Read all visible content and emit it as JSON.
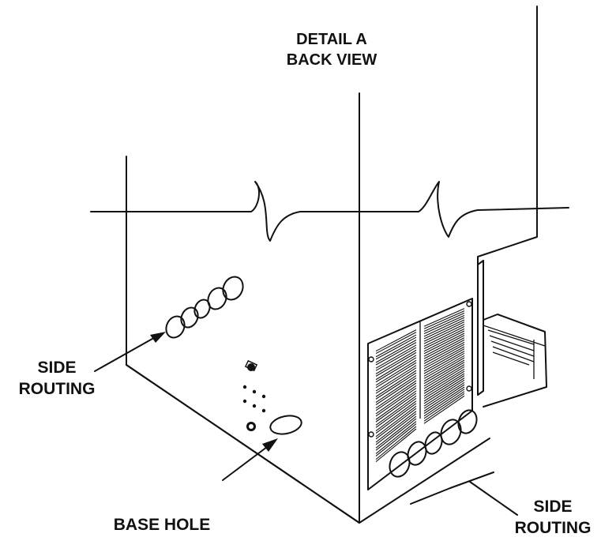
{
  "title": {
    "line1": "DETAIL A",
    "line2": "BACK VIEW"
  },
  "callouts": {
    "side_routing_left": {
      "line1": "SIDE",
      "line2": "ROUTING"
    },
    "base_hole": "BASE HOLE",
    "side_routing_right": {
      "line1": "SIDE",
      "line2": "ROUTING"
    }
  },
  "colors": {
    "ink": "#111111",
    "background": "#ffffff"
  }
}
